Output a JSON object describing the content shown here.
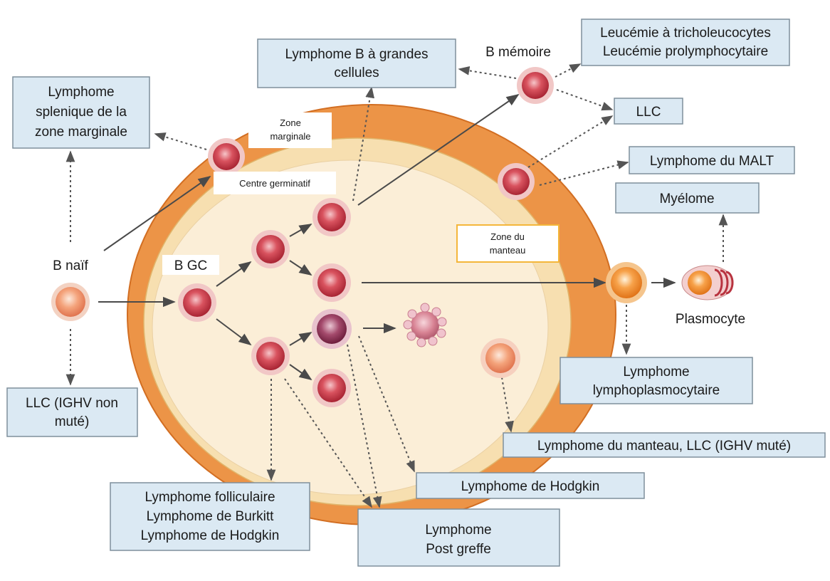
{
  "colors": {
    "box_fill": "#dbe9f3",
    "box_stroke": "#7f8f9c",
    "outer_zone": "#e88a3a",
    "mantle_zone": "#f8e3b4",
    "germinal_center": "#fbefd8",
    "cell_red": "#b8333f",
    "cell_orange": "#f08a2c",
    "arrow": "#4a4a4a",
    "zone_label_border": "#f4b63a"
  },
  "icons": {
    "cell": "b-cell-icon",
    "apoptotic_cell": "apoptotic-cell-icon",
    "plasma_cell": "plasma-cell-icon"
  },
  "cells": {
    "naive": "B naïf",
    "gc": "B GC",
    "memory": "B mémoire",
    "plasmocyte": "Plasmocyte"
  },
  "zones": {
    "marginale": [
      "Zone",
      "marginale"
    ],
    "germinatif": "Centre germinatif",
    "manteau": [
      "Zone du",
      "manteau"
    ]
  },
  "boxes": {
    "szm": [
      "Lymphome",
      "splenique de la",
      "zone marginale"
    ],
    "dlbcl": [
      "Lymphome B à grandes",
      "cellules"
    ],
    "tricho": [
      "Leucémie à tricholeucocytes",
      "Leucémie prolymphocytaire"
    ],
    "llc": "LLC",
    "malt": "Lymphome du MALT",
    "myelome": "Myélome",
    "llc_ighv": [
      "LLC (IGHV non",
      "muté)"
    ],
    "lympho_plasmo": [
      "Lymphome",
      "lymphoplasmocytaire"
    ],
    "manteau": "Lymphome du manteau, LLC (IGHV muté)",
    "hodgkin": "Lymphome de Hodgkin",
    "folliculaire": [
      "Lymphome folliculaire",
      "Lymphome de Burkitt",
      "Lymphome de Hodgkin"
    ],
    "post_greffe": [
      "Lymphome",
      "Post greffe"
    ]
  }
}
